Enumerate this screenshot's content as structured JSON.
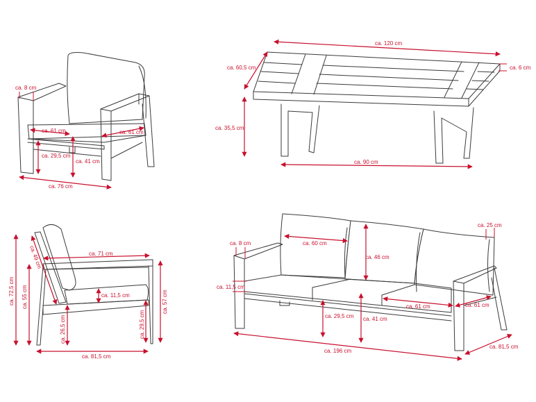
{
  "accent_color": "#c8102e",
  "armchair_front": {
    "arm_width": "ca. 8 cm",
    "seat_width": "ca. 61 cm",
    "seat_depth": "ca. 61 cm",
    "frame_height": "ca. 29,5 cm",
    "seat_height": "ca. 41 cm",
    "total_width": "ca. 76 cm"
  },
  "table": {
    "length": "ca. 120 cm",
    "depth": "ca. 60,5 cm",
    "top_thickness": "ca. 6 cm",
    "height": "ca. 35,5 cm",
    "leg_span": "ca. 90 cm"
  },
  "armchair_side": {
    "total_height": "ca. 72,5 cm",
    "arm_height": "ca. 55 cm",
    "back_height": "ca. 49 cm",
    "arm_length": "ca. 71 cm",
    "cushion_thickness": "ca. 11,5 cm",
    "front_frame_height": "ca. 26,5 cm",
    "rear_frame_height": "ca. 29,5 cm",
    "rear_height": "ca. 57 cm",
    "total_depth": "ca. 81,5 cm"
  },
  "sofa": {
    "arm_width": "ca. 8 cm",
    "back_cushion_width": "ca. 60 cm",
    "back_cushion_height": "ca. 46 cm",
    "back_cushion_thickness": "ca. 25 cm",
    "seat_cushion_thickness": "ca. 11,5 cm",
    "seat_width": "ca. 61 cm",
    "seat_depth": "ca. 61 cm",
    "frame_height": "ca. 29,5 cm",
    "seat_height": "ca. 41 cm",
    "total_width": "ca. 196 cm",
    "total_depth": "ca. 81,5 cm"
  }
}
